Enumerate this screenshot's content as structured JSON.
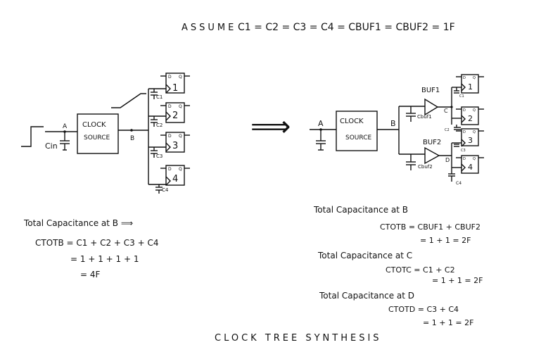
{
  "header": {
    "assume_label": "ASSUME",
    "assume_equation": "C1 = C2 = C3 = C4 = CBUF1 = CBUF2 = 1F"
  },
  "left_circuit": {
    "node_a": "A",
    "node_b": "B",
    "cin_label": "Cin",
    "source_line1": "CLOCK",
    "source_line2": "SOURCE",
    "flops": [
      {
        "num": "1",
        "cap": "C1",
        "d": "D",
        "q": "Q"
      },
      {
        "num": "2",
        "cap": "C2",
        "d": "D",
        "q": "Q"
      },
      {
        "num": "3",
        "cap": "C3",
        "d": "D",
        "q": "Q"
      },
      {
        "num": "4",
        "cap": "C4",
        "d": "D",
        "q": "Q"
      }
    ]
  },
  "arrow": "⟹",
  "right_circuit": {
    "node_a": "A",
    "node_b": "B",
    "node_c": "C",
    "node_d": "D",
    "source_line1": "CLOCK",
    "source_line2": "SOURCE",
    "buf1": "BUF1",
    "buf2": "BUF2",
    "cbuf1": "Cbuf1",
    "cbuf2": "Cbuf2",
    "flops": [
      {
        "num": "1",
        "cap": "C1",
        "d": "D",
        "q": "Q"
      },
      {
        "num": "2",
        "cap": "C2",
        "d": "D",
        "q": "Q"
      },
      {
        "num": "3",
        "cap": "C3",
        "d": "D",
        "q": "Q"
      },
      {
        "num": "4",
        "cap": "C4",
        "d": "D",
        "q": "Q"
      }
    ]
  },
  "left_calc": {
    "title": "Total  Capacitance  at B ⟹",
    "line1": "CTOTB =  C1 + C2 + C3 + C4",
    "line2": "= 1 + 1 + 1 + 1",
    "line3": "= 4F"
  },
  "right_calc": {
    "b_title": "Total  Capacitance  at B",
    "b_line1": "CTOTB =   CBUF1  + CBUF2",
    "b_line2": "=   1   +  1  =  2F",
    "c_title": "Total  Capacitance    at  C",
    "c_line1": "CTOTC =  C1  +  C2",
    "c_line2": "=  1  +  1  =  2F",
    "d_title": "Total  Capacitance  at  D",
    "d_line1": "CTOTD  =  C3 + C4",
    "d_line2": "=  1  +  1   =  2F"
  },
  "footer": {
    "title": "CLOCK  TREE  SYNTHESIS"
  }
}
